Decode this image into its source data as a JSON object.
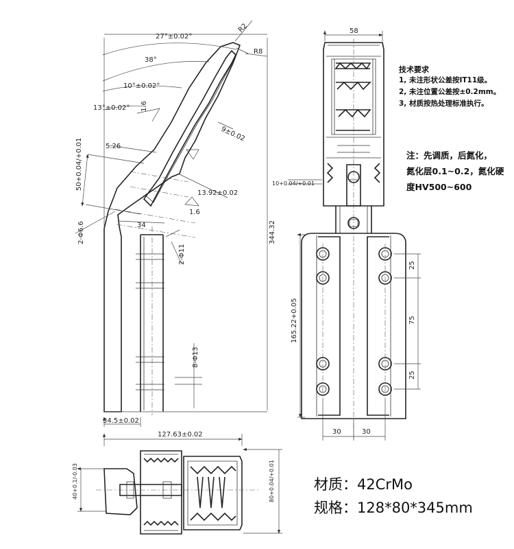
{
  "dimensions": {
    "a27": "27°±0.02°",
    "r2": "R2",
    "a38": "38°",
    "r8": "R8",
    "a10": "10°±0.02°",
    "d16a": "1.6",
    "a13": "13°±0.02°",
    "w9": "9±0.02",
    "d526": "5.26",
    "d50": "50+0.04/+0.01",
    "d1392": "13.92±0.02",
    "d16b": "1.6",
    "d34": "34",
    "d66": "2-Φ6.6",
    "d11": "2-Φ11",
    "h34432": "344.32",
    "d13": "8-Φ13",
    "d345": "34.5±0.02",
    "w58": "58",
    "d10": "10+0.04/+0.01",
    "h16522": "165.22+0.05",
    "s25a": "25",
    "s75": "75",
    "s25b": "25",
    "b30a": "30",
    "b30b": "30",
    "l12763": "127.63±0.02",
    "h40": "40+0.1/-0.03",
    "h80": "80+0.04/+0.01"
  },
  "tech": {
    "title": "技术要求",
    "items": [
      "1,   未注形状公差按IT11级。",
      "2,   未注位置公差按±0.2mm。",
      "3,   材质按热处理标准执行。"
    ],
    "note_lines": [
      "注：先调质，后氮化，",
      "氮化层0.1~0.2，氮化硬",
      "度HV500~600"
    ]
  },
  "material": "材质：42CrMo",
  "spec": "规格：128*80*345mm"
}
